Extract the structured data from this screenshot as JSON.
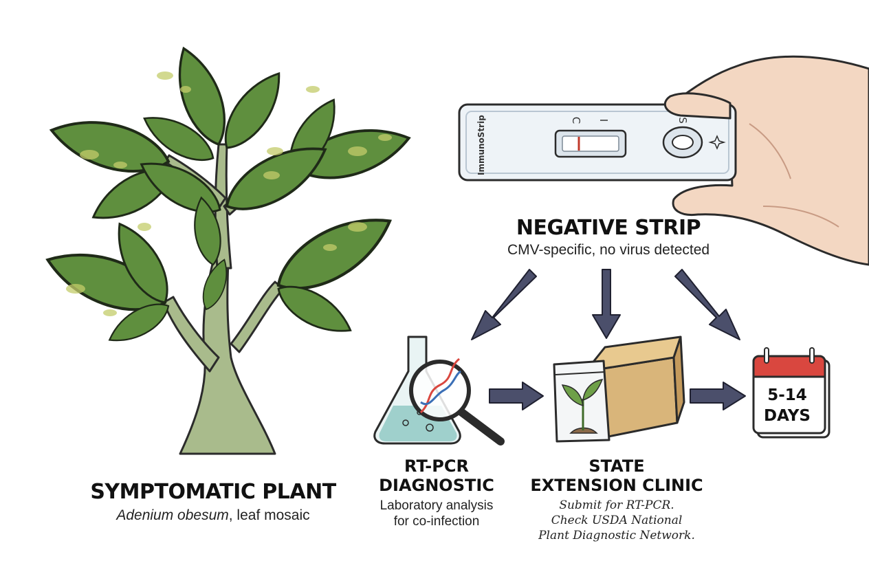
{
  "strip": {
    "brand": "ImmunoStrip",
    "mark_c": "C",
    "mark_t": "I",
    "mark_s": "S"
  },
  "negative": {
    "title": "NEGATIVE STRIP",
    "subtitle": "CMV-specific, no virus detected"
  },
  "plant": {
    "title": "SYMPTOMATIC PLANT",
    "subtitle_species": "Adenium obesum",
    "subtitle_rest": ", leaf mosaic"
  },
  "rtpcr": {
    "title_line1": "RT-PCR",
    "title_line2": "DIAGNOSTIC",
    "sub_line1": "Laboratory analysis",
    "sub_line2": "for co-infection"
  },
  "clinic": {
    "title_line1": "STATE",
    "title_line2": "EXTENSION CLINIC",
    "note_line1": "Submit for RT-PCR.",
    "note_line2": "Check USDA National",
    "note_line3": "Plant Diagnostic Network."
  },
  "calendar": {
    "line1": "5-14",
    "line2": "DAYS"
  },
  "colors": {
    "leaf": "#5f8f3e",
    "leaf_dark": "#3f6b2a",
    "trunk": "#a7b98a",
    "arrow": "#4b4f6b",
    "control_line": "#c0392b",
    "calendar_red": "#d9473f",
    "box": "#d9b57a"
  }
}
